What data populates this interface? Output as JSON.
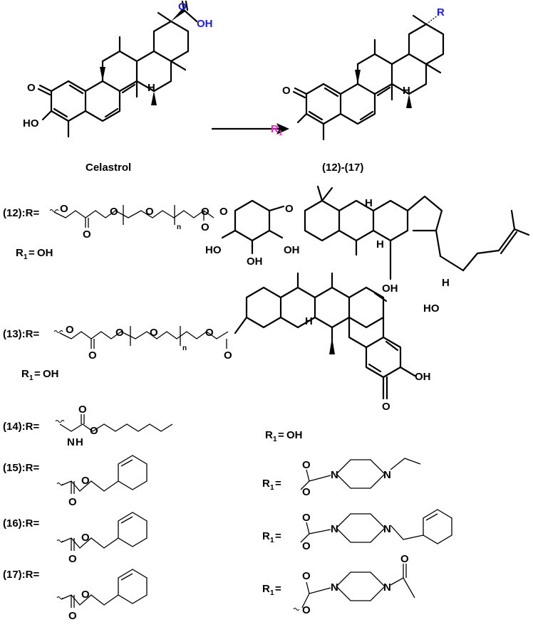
{
  "scheme": {
    "start_label": "Celastrol",
    "product_label": "(12)-(17)",
    "substituent_R": "R",
    "substituent_R1": "R",
    "sub_1": "1",
    "eq": "=",
    "oh_suffix": "= OH",
    "atoms": {
      "O": "O",
      "OH": "OH",
      "HO": "HO",
      "H": "H",
      "N": "N",
      "n": "n"
    }
  },
  "compounds": [
    {
      "id": "(12):R=",
      "r1": "OH"
    },
    {
      "id": "(13):R=",
      "r1": "OH"
    },
    {
      "id": "(14):R=",
      "r1": "OH"
    },
    {
      "id": "(15):R="
    },
    {
      "id": "(16):R="
    },
    {
      "id": "(17):R="
    }
  ],
  "colors": {
    "carboxyl": "#1a1aee",
    "r1_highlight": "#ee22cc",
    "bond": "#000000",
    "background": "#ffffff"
  }
}
